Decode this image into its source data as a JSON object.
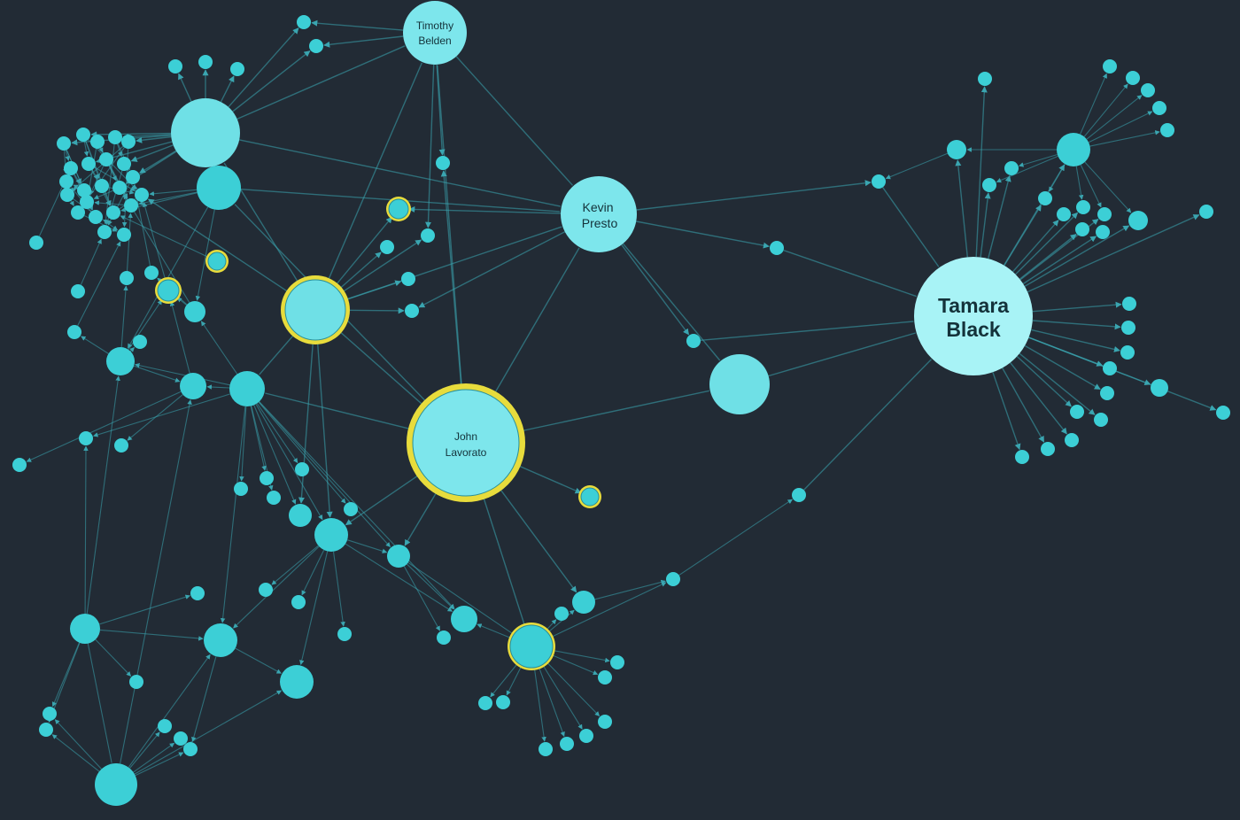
{
  "labels": {
    "timothy": [
      "Timothy",
      "Belden"
    ],
    "kevin": [
      "Kevin",
      "Presto"
    ],
    "tamara": [
      "Tamara",
      "Black"
    ],
    "john": [
      "John",
      "Lavorato"
    ]
  },
  "colors": {
    "background": "#222b35",
    "node": "#3ccfd6",
    "node_hub": "#7de6ec",
    "node_tamara": "#a8f3f6",
    "edge": "#3aa5b0",
    "highlight_ring": "#e8dc3c"
  }
}
